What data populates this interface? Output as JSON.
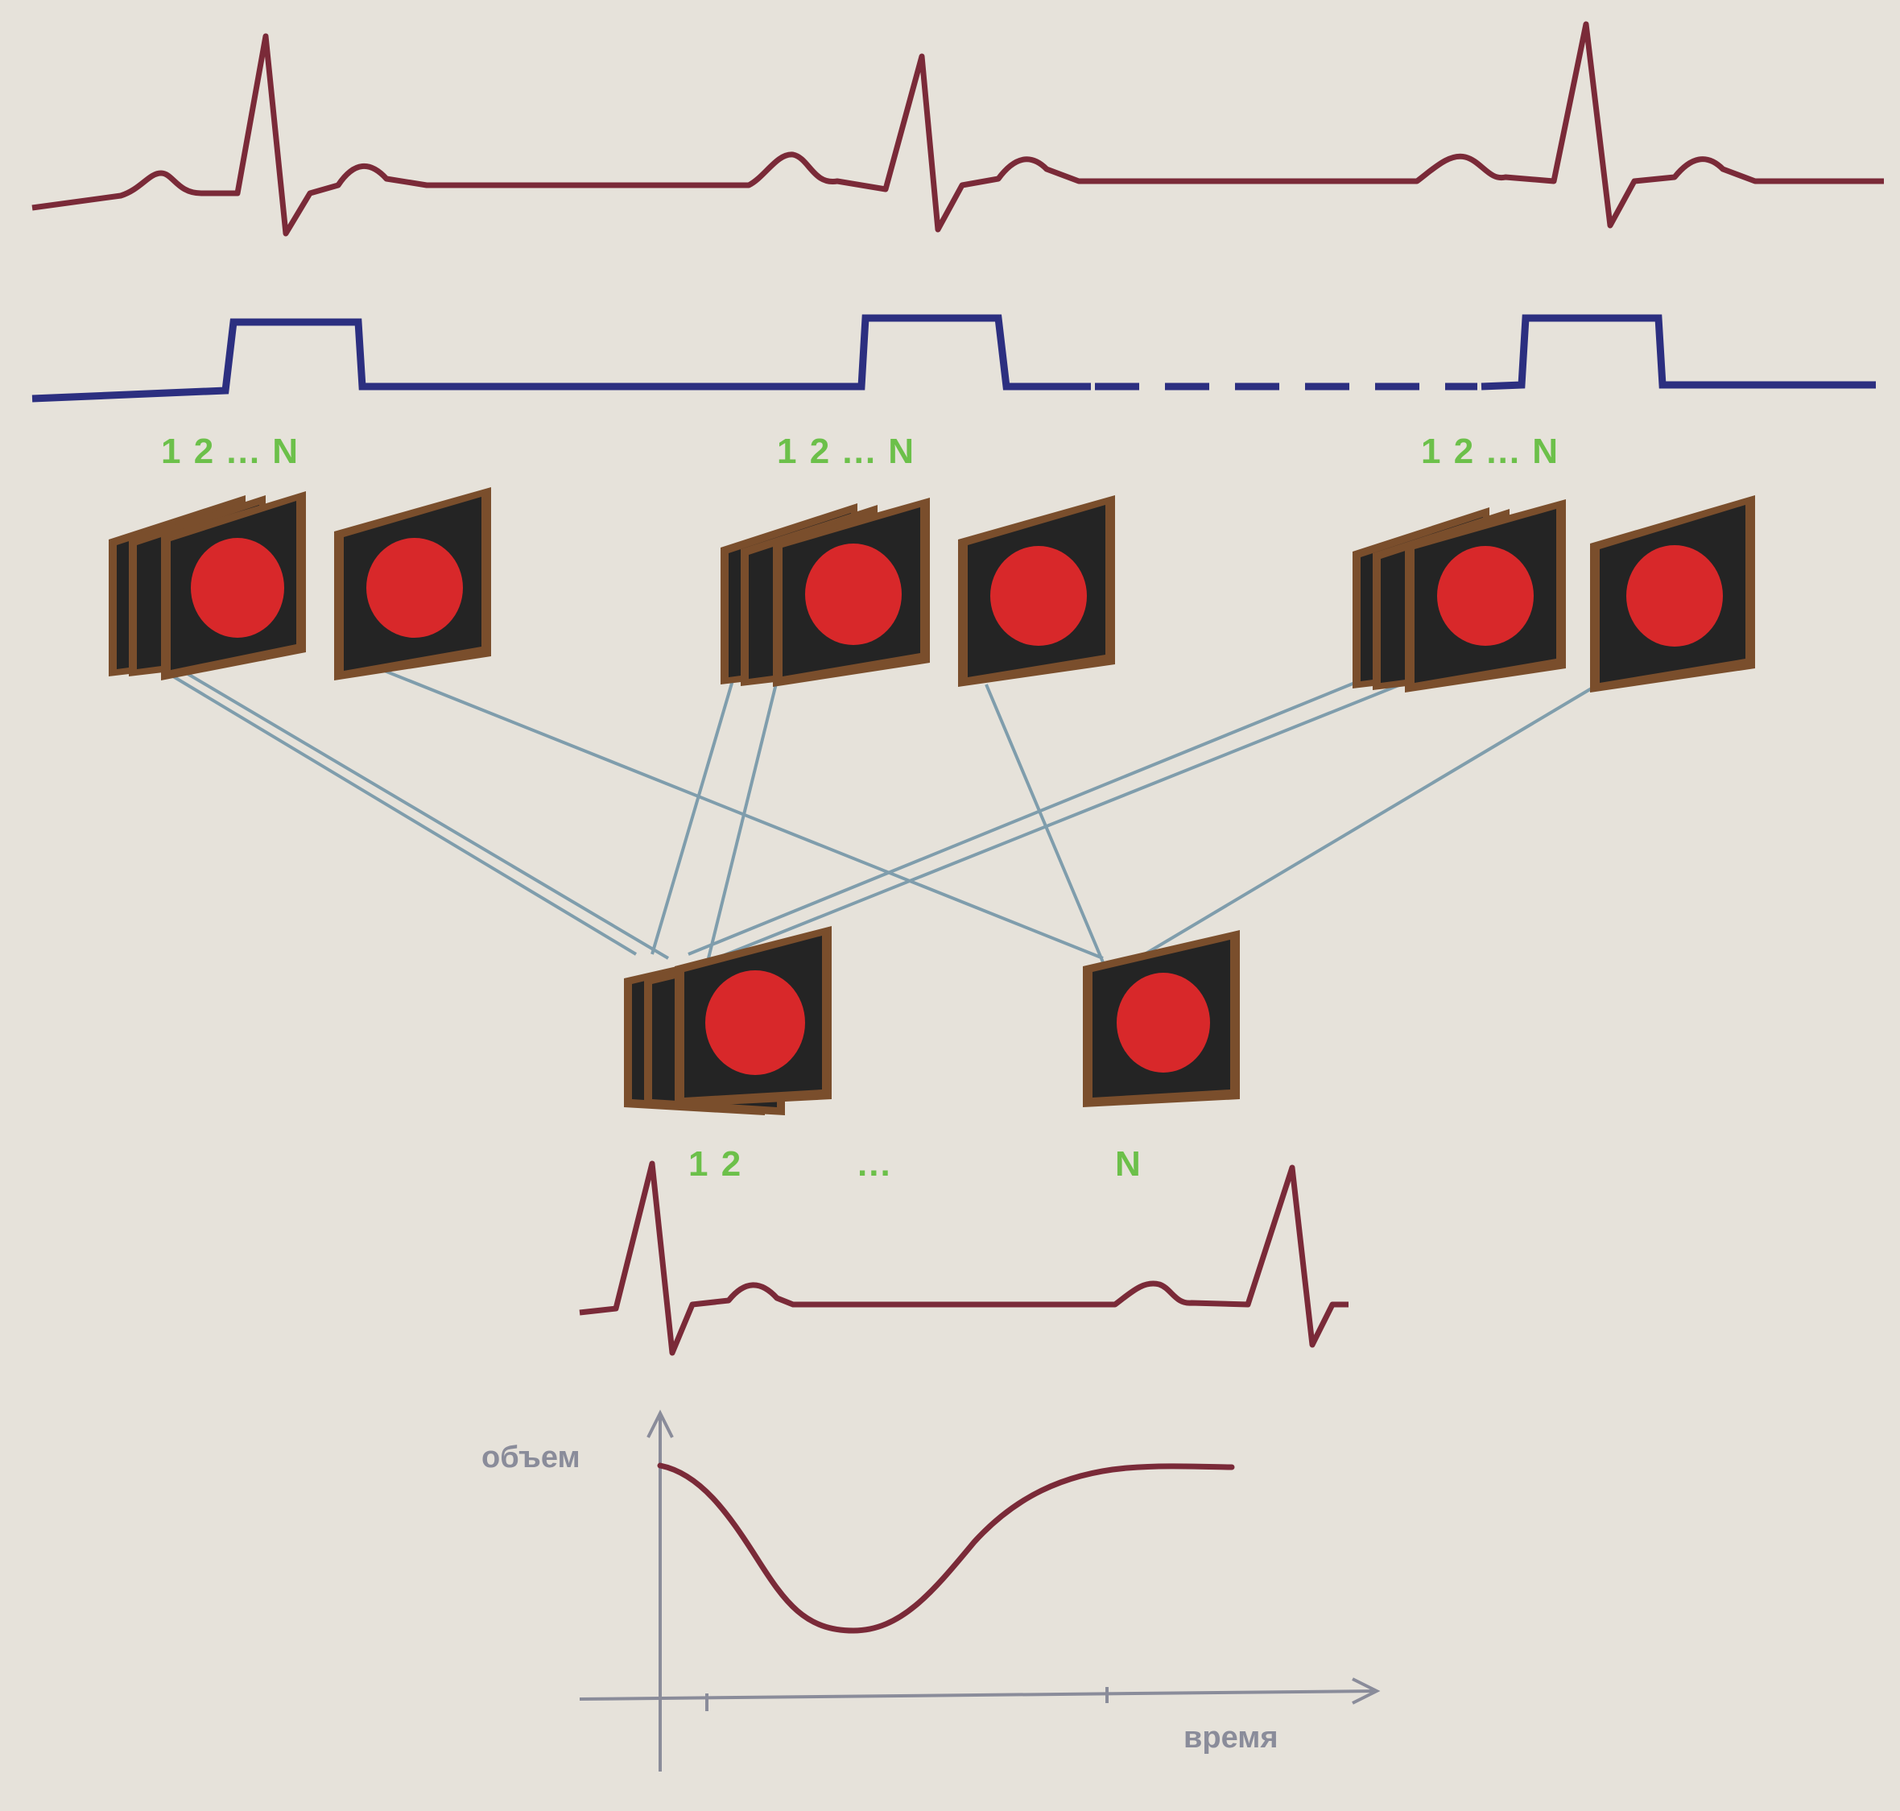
{
  "frame_labels": {
    "top_1": "1 2 ... N",
    "top_2": "1 2 ... N",
    "top_3": "1 2 ... N",
    "bottom_first": "1 2",
    "bottom_dots": "...",
    "bottom_last": "N"
  },
  "volume_chart": {
    "ylabel": "объем",
    "xlabel": "время"
  },
  "colors": {
    "ecg": "#7a2a38",
    "gate": "#2c2f80",
    "connector": "#7a9aaa",
    "frame_border": "#7a4e2c",
    "frame_inner": "#242424",
    "heart": "#d8282a",
    "label": "#6cc04a",
    "axis": "#8a8c9a",
    "background": "#e6e2da"
  }
}
